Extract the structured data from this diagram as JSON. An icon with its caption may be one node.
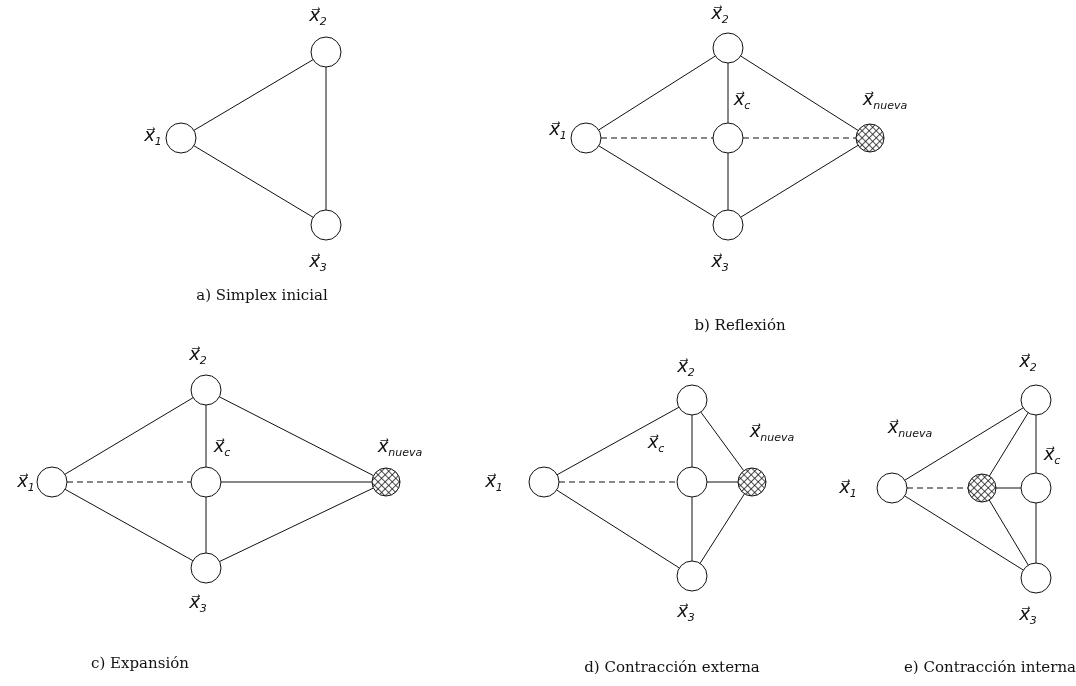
{
  "diagram": {
    "nodes": [
      {
        "text": [],
        "shape": "circle",
        "beside": [
          "x⃗$_{1}$"
        ]
      },
      {
        "text": [],
        "shape": "circle",
        "beside": [
          "x⃗$_{2}$"
        ]
      },
      {
        "text": [],
        "shape": "circle",
        "beside": [
          "x⃗$_{3}$"
        ]
      },
      {
        "text": [],
        "shape": "circle",
        "beside": [
          "x⃗$_{1}$"
        ]
      },
      {
        "text": [],
        "shape": "circle",
        "beside": [
          "x⃗$_{2}$"
        ]
      },
      {
        "text": [],
        "shape": "circle",
        "beside": [
          "x⃗$_{c}$"
        ]
      },
      {
        "text": [],
        "shape": "circle",
        "beside": [
          "x⃗$_{nueva}$"
        ]
      },
      {
        "text": [],
        "shape": "circle",
        "beside": [
          "x⃗$_{3}$"
        ]
      },
      {
        "text": [],
        "shape": "circle",
        "beside": [
          "x⃗$_{1}$"
        ]
      },
      {
        "text": [],
        "shape": "circle",
        "beside": [
          "x⃗$_{2}$"
        ]
      },
      {
        "text": [],
        "shape": "circle",
        "beside": [
          "x⃗$_{c}$"
        ]
      },
      {
        "text": [],
        "shape": "circle",
        "beside": [
          "x⃗$_{nueva}$"
        ]
      },
      {
        "text": [],
        "shape": "circle",
        "beside": [
          "x⃗$_{3}$"
        ]
      },
      {
        "text": [],
        "shape": "circle",
        "beside": [
          "x⃗$_{1}$"
        ]
      },
      {
        "text": [],
        "shape": "circle",
        "beside": [
          "x⃗$_{2}$"
        ]
      },
      {
        "text": [],
        "shape": "circle",
        "beside": [
          "x⃗$_{c}$"
        ]
      },
      {
        "text": [],
        "shape": "circle",
        "beside": [
          "x⃗$_{nueva}$"
        ]
      },
      {
        "text": [],
        "shape": "circle",
        "beside": [
          "x⃗$_{3}$"
        ]
      },
      {
        "text": [],
        "shape": "circle",
        "beside": [
          "x⃗$_{1}$"
        ]
      },
      {
        "text": [],
        "shape": "circle",
        "beside": [
          "x⃗$_{2}$"
        ]
      },
      {
        "text": [],
        "shape": "circle",
        "beside": [
          "x⃗$_{nueva}$"
        ]
      },
      {
        "text": [],
        "shape": "circle",
        "beside": [
          "x⃗$_{c}$"
        ]
      },
      {
        "text": [],
        "shape": "circle",
        "beside": [
          "x⃗$_{3}$"
        ]
      }
    ],
    "edges": [
      {
        "from": 0,
        "to": 1,
        "arrow": "none"
      },
      {
        "from": 0,
        "to": 2,
        "arrow": "none"
      },
      {
        "from": 1,
        "to": 2,
        "arrow": "none"
      },
      {
        "from": 3,
        "to": 4,
        "arrow": "none"
      },
      {
        "from": 3,
        "to": 7,
        "arrow": "none"
      },
      {
        "from": 4,
        "to": 6,
        "arrow": "none"
      },
      {
        "from": 7,
        "to": 6,
        "arrow": "none"
      },
      {
        "from": 4,
        "to": 5,
        "arrow": "none"
      },
      {
        "from": 5,
        "to": 7,
        "arrow": "none"
      },
      {
        "from": 3,
        "to": 5,
        "arrow": "none",
        "style": "dashed"
      },
      {
        "from": 5,
        "to": 6,
        "arrow": "none",
        "style": "dashed"
      },
      {
        "from": 8,
        "to": 9,
        "arrow": "none"
      },
      {
        "from": 8,
        "to": 12,
        "arrow": "none"
      },
      {
        "from": 9,
        "to": 11,
        "arrow": "none"
      },
      {
        "from": 12,
        "to": 11,
        "arrow": "none"
      },
      {
        "from": 9,
        "to": 10,
        "arrow": "none"
      },
      {
        "from": 10,
        "to": 12,
        "arrow": "none"
      },
      {
        "from": 8,
        "to": 10,
        "arrow": "none",
        "style": "dashed"
      },
      {
        "from": 10,
        "to": 11,
        "arrow": "none"
      },
      {
        "from": 13,
        "to": 14,
        "arrow": "none"
      },
      {
        "from": 13,
        "to": 17,
        "arrow": "none"
      },
      {
        "from": 14,
        "to": 16,
        "arrow": "none"
      },
      {
        "from": 17,
        "to": 16,
        "arrow": "none"
      },
      {
        "from": 14,
        "to": 15,
        "arrow": "none"
      },
      {
        "from": 15,
        "to": 17,
        "arrow": "none"
      },
      {
        "from": 13,
        "to": 15,
        "arrow": "none",
        "style": "dashed"
      },
      {
        "from": 15,
        "to": 16,
        "arrow": "none"
      },
      {
        "from": 18,
        "to": 19,
        "arrow": "none"
      },
      {
        "from": 18,
        "to": 22,
        "arrow": "none"
      },
      {
        "from": 18,
        "to": 20,
        "arrow": "none",
        "style": "dashed"
      },
      {
        "from": 20,
        "to": 19,
        "arrow": "none"
      },
      {
        "from": 20,
        "to": 22,
        "arrow": "none"
      },
      {
        "from": 20,
        "to": 21,
        "arrow": "none"
      },
      {
        "from": 19,
        "to": 21,
        "arrow": "none"
      },
      {
        "from": 21,
        "to": 22,
        "arrow": "none"
      }
    ],
    "labels": [
      "a) Simplex inicial",
      "b) Reflexión",
      "c) Expansión",
      "d) Contracción externa",
      "e) Contracción interna"
    ]
  }
}
